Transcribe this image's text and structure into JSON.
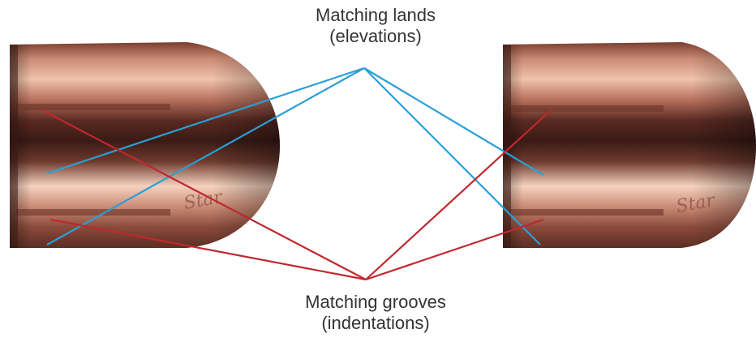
{
  "labels": {
    "lands_title": "Matching lands",
    "lands_subtitle": "(elevations)",
    "grooves_title": "Matching grooves",
    "grooves_subtitle": "(indentations)"
  },
  "colors": {
    "lands_line": "#2a9fd6",
    "grooves_line": "#c0282d",
    "copper_light": "#f3c2a6",
    "copper_mid": "#c9806a",
    "copper_dark": "#4a2019"
  },
  "illustration": {
    "subject": "two fired bullets side by side",
    "bullet_engraving": "Star"
  }
}
